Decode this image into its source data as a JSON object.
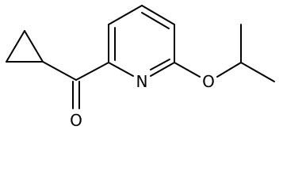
{
  "molecule": {
    "atoms": {
      "nitrogen": "N",
      "ether_oxygen": "O",
      "carbonyl_oxygen": "O"
    }
  },
  "colors": {
    "bond": "#000000",
    "background": "#ffffff"
  }
}
